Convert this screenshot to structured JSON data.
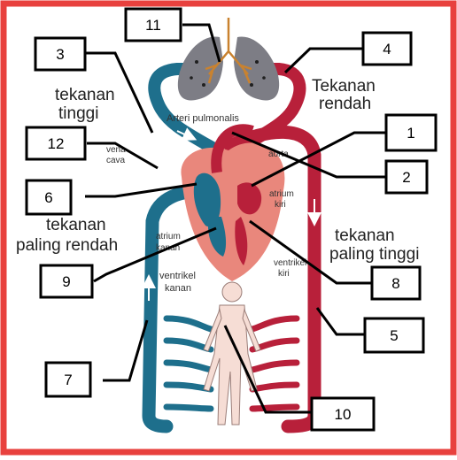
{
  "colors": {
    "frame": "#e8413e",
    "deoxygenated": "#1e6f8c",
    "oxygenated": "#b8203a",
    "heart": "#e9877c",
    "lungs": "#7d7d85",
    "body": "#f6ddd5"
  },
  "labels": {
    "tekanan_tinggi": [
      "tekanan",
      "tinggi"
    ],
    "tekanan_rendah": [
      "Tekanan",
      "rendah"
    ],
    "tekanan_paling_rendah": [
      "tekanan",
      "paling rendah"
    ],
    "tekanan_paling_tinggi": [
      "tekanan",
      "paling tinggi"
    ],
    "arteri_pulmonalis": "Arteri pulmonalis",
    "vena_cava": [
      "vena",
      "cava"
    ],
    "aorta": "aorta",
    "atrium_kiri": [
      "atrium",
      "kiri"
    ],
    "atrium_kanan": [
      "atrium",
      "kanan"
    ],
    "ventrikel_kanan": [
      "ventrikel",
      "kanan"
    ],
    "ventrikel_kiri": [
      "ventrikel",
      "kiri"
    ]
  },
  "callouts": [
    "1",
    "2",
    "3",
    "4",
    "5",
    "6",
    "7",
    "8",
    "9",
    "10",
    "11",
    "12"
  ]
}
